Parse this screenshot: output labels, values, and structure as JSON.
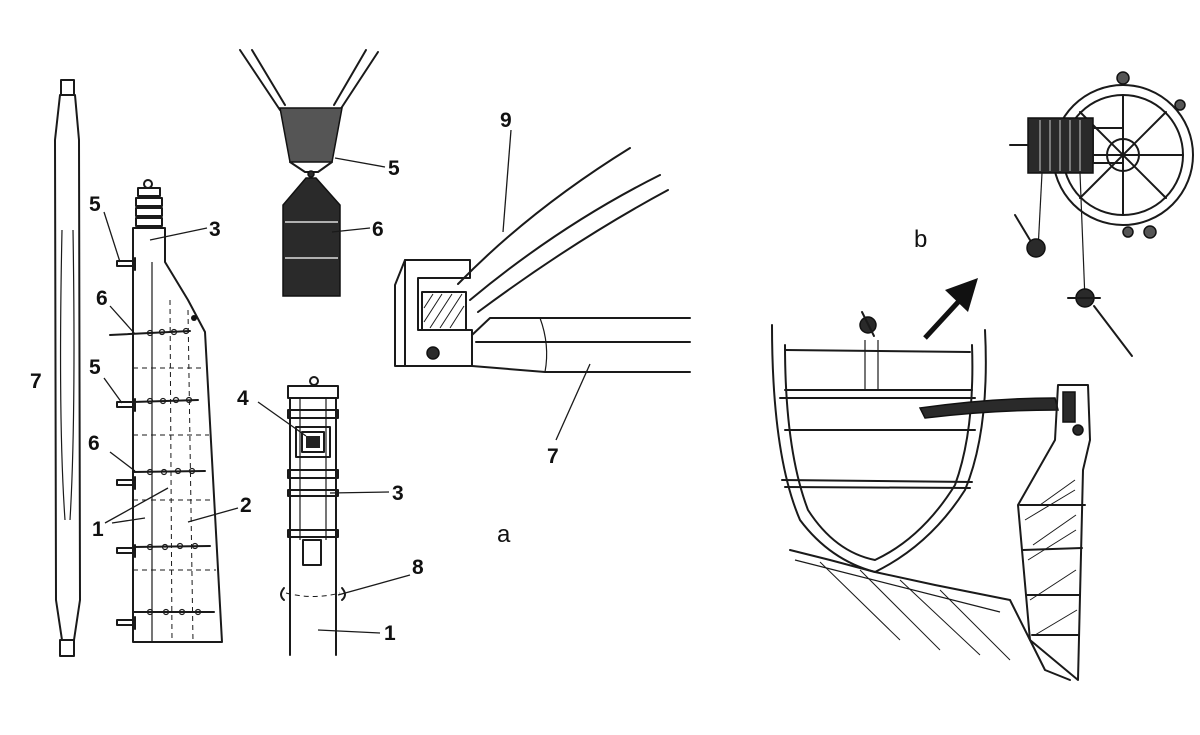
{
  "labels": {
    "n1a": "1",
    "n1b": "1",
    "n2": "2",
    "n3a": "3",
    "n3b": "3",
    "n4": "4",
    "n5a": "5",
    "n5b": "5",
    "n5c": "5",
    "n6a": "6",
    "n6b": "6",
    "n6c": "6",
    "n7a": "7",
    "n7b": "7",
    "n8": "8",
    "n9": "9"
  },
  "panels": {
    "a": "a",
    "b": "b"
  }
}
